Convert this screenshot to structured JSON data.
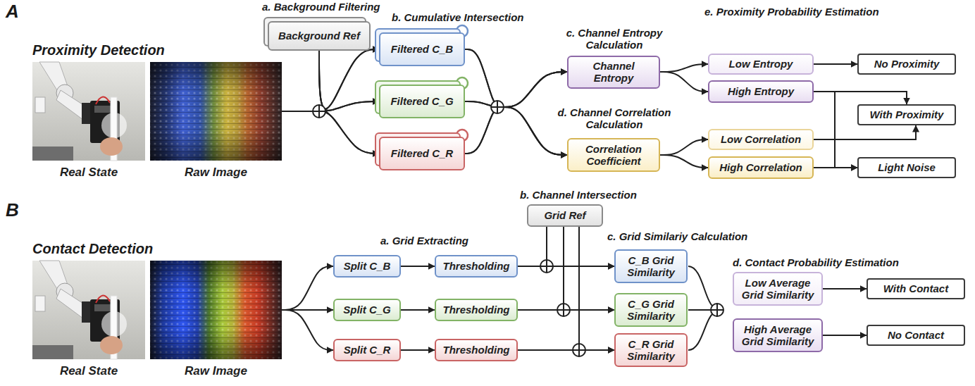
{
  "diagram": {
    "nodes": [
      {
        "text": [
          "Real State"
        ]
      },
      {
        "text": [
          "Raw Image"
        ]
      },
      {
        "text": [
          "Background Ref"
        ]
      },
      {
        "text": [
          "Filtered C_B"
        ]
      },
      {
        "text": [
          "Filtered C_G"
        ]
      },
      {
        "text": [
          "Filtered C_R"
        ]
      },
      {
        "text": [
          "Channel Entropy"
        ]
      },
      {
        "text": [
          "Correlation Coefficient"
        ]
      },
      {
        "text": [
          "Low Entropy"
        ]
      },
      {
        "text": [
          "High Entropy"
        ]
      },
      {
        "text": [
          "Low Correlation"
        ]
      },
      {
        "text": [
          "High Correlation"
        ]
      },
      {
        "text": [
          "No Proximity"
        ]
      },
      {
        "text": [
          "With Proximity"
        ]
      },
      {
        "text": [
          "Light Noise"
        ]
      },
      {
        "text": [
          "Real State"
        ]
      },
      {
        "text": [
          "Raw Image"
        ]
      },
      {
        "text": [
          "Split C_B"
        ]
      },
      {
        "text": [
          "Thresholding"
        ]
      },
      {
        "text": [
          "Split C_G"
        ]
      },
      {
        "text": [
          "Thresholding"
        ]
      },
      {
        "text": [
          "Split C_R"
        ]
      },
      {
        "text": [
          "Thresholding"
        ]
      },
      {
        "text": [
          "Grid Ref"
        ]
      },
      {
        "text": [
          "C_B Grid Similarity"
        ]
      },
      {
        "text": [
          "C_G Grid Similarity"
        ]
      },
      {
        "text": [
          "C_R Grid Similarity"
        ]
      },
      {
        "text": [
          "Low Average Grid Similarity"
        ]
      },
      {
        "text": [
          "With Contact"
        ]
      },
      {
        "text": [
          "High Average Grid Similarity"
        ]
      },
      {
        "text": [
          "No Contact"
        ]
      }
    ],
    "edges": [
      {
        "from": 1,
        "to": 3,
        "arrow": "to"
      },
      {
        "from": 1,
        "to": 4,
        "arrow": "to"
      },
      {
        "from": 1,
        "to": 5,
        "arrow": "to"
      },
      {
        "from": 2,
        "to": 3,
        "arrow": "to"
      },
      {
        "from": 2,
        "to": 4,
        "arrow": "to"
      },
      {
        "from": 2,
        "to": 5,
        "arrow": "to"
      },
      {
        "from": 3,
        "to": 6,
        "arrow": "to"
      },
      {
        "from": 4,
        "to": 6,
        "arrow": "to"
      },
      {
        "from": 5,
        "to": 6,
        "arrow": "to"
      },
      {
        "from": 3,
        "to": 7,
        "arrow": "to"
      },
      {
        "from": 4,
        "to": 7,
        "arrow": "to"
      },
      {
        "from": 5,
        "to": 7,
        "arrow": "to"
      },
      {
        "from": 6,
        "to": 8,
        "arrow": "to"
      },
      {
        "from": 6,
        "to": 9,
        "arrow": "to"
      },
      {
        "from": 7,
        "to": 10,
        "arrow": "to"
      },
      {
        "from": 7,
        "to": 11,
        "arrow": "to"
      },
      {
        "from": 8,
        "to": 12,
        "arrow": "to"
      },
      {
        "from": 9,
        "to": 13,
        "arrow": "to"
      },
      {
        "from": 9,
        "to": 14,
        "arrow": "to"
      },
      {
        "from": 10,
        "to": 13,
        "arrow": "to"
      },
      {
        "from": 11,
        "to": 14,
        "arrow": "to"
      },
      {
        "from": 16,
        "to": 17,
        "arrow": "to"
      },
      {
        "from": 16,
        "to": 19,
        "arrow": "to"
      },
      {
        "from": 16,
        "to": 21,
        "arrow": "to"
      },
      {
        "from": 17,
        "to": 18,
        "arrow": "to"
      },
      {
        "from": 19,
        "to": 20,
        "arrow": "to"
      },
      {
        "from": 21,
        "to": 22,
        "arrow": "to"
      },
      {
        "from": 18,
        "to": 24,
        "arrow": "to"
      },
      {
        "from": 20,
        "to": 25,
        "arrow": "to"
      },
      {
        "from": 22,
        "to": 26,
        "arrow": "to"
      },
      {
        "from": 23,
        "to": 24,
        "arrow": "to"
      },
      {
        "from": 23,
        "to": 25,
        "arrow": "to"
      },
      {
        "from": 23,
        "to": 26,
        "arrow": "to"
      },
      {
        "from": 27,
        "to": 28,
        "arrow": "to"
      },
      {
        "from": 29,
        "to": 30,
        "arrow": "to"
      }
    ],
    "labels": [
      "A",
      "Proximity Detection",
      "a. Background Filtering",
      "b. Cumulative Intersection",
      "c. Channel Entropy Calculation",
      "d. Channel Correlation Calculation",
      "e. Proximity Probability Estimation",
      "B",
      "Contact Detection",
      "a. Grid Extracting",
      "b. Channel Intersection",
      "c. Grid Similariy Calculation",
      "d. Contact Probability Estimation"
    ]
  }
}
